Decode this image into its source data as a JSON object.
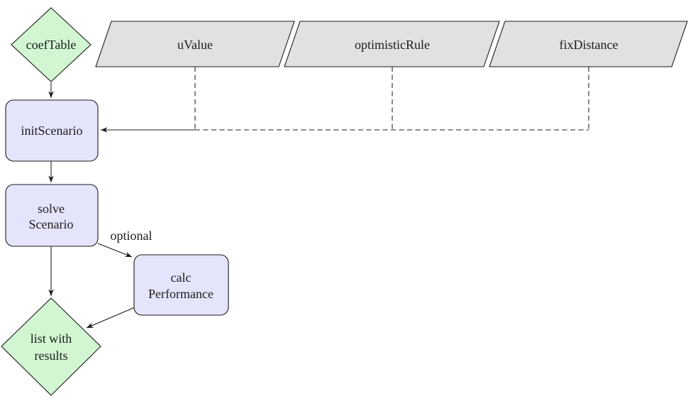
{
  "palette": {
    "data_node_fill": "#d2f5d2",
    "process_node_fill": "#e4e4fb",
    "io_node_fill": "#e1e1e1",
    "node_stroke": "#1c1c1c",
    "edge_color": "#1c1c1c",
    "text_color": "#1c1c1c"
  },
  "nodes": {
    "coef_table": {
      "label": "coefTable"
    },
    "u_value": {
      "label": "uValue"
    },
    "optimistic_rule": {
      "label": "optimisticRule"
    },
    "fix_distance": {
      "label": "fixDistance"
    },
    "init_scenario": {
      "label": "initScenario"
    },
    "solve_scenario": {
      "line1": "solve",
      "line2": "Scenario"
    },
    "calc_performance": {
      "line1": "calc",
      "line2": "Performance"
    },
    "list_results": {
      "line1": "list with",
      "line2": "results"
    }
  },
  "edge_labels": {
    "optional": "optional"
  }
}
